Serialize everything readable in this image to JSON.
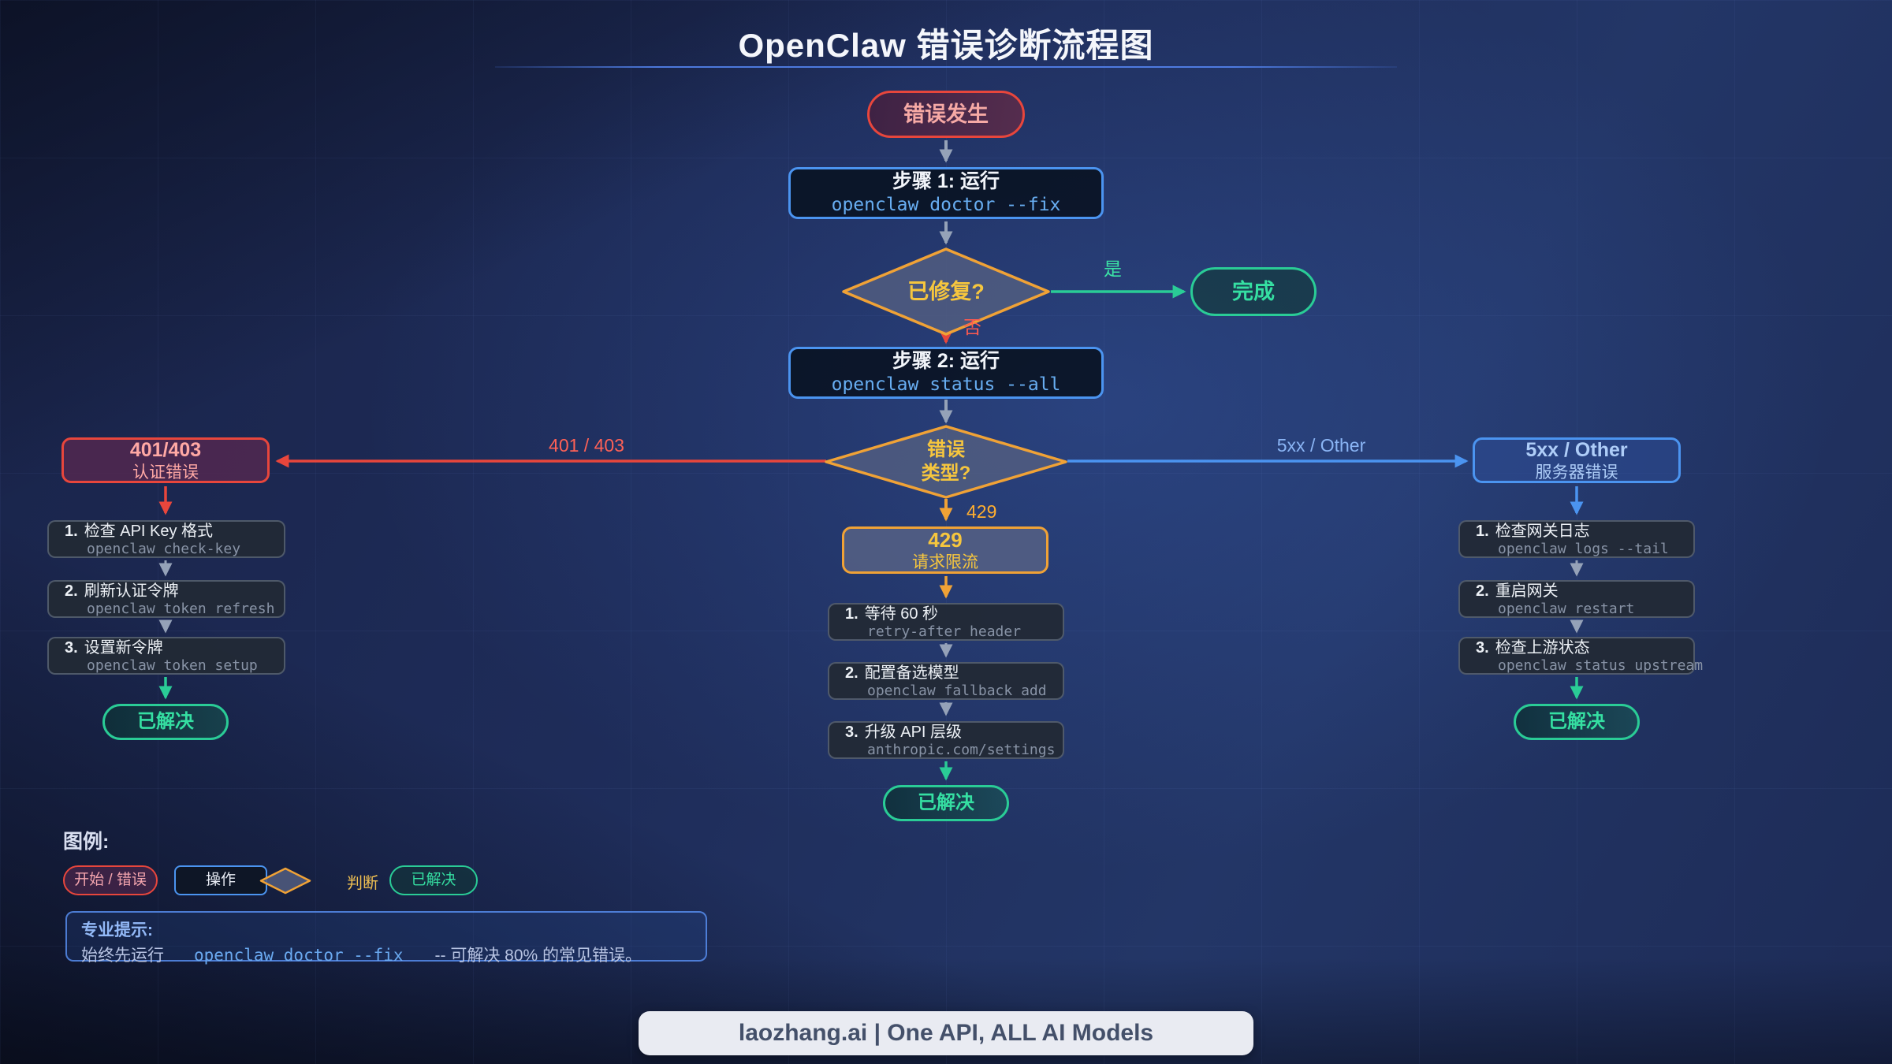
{
  "title": "OpenClaw 错误诊断流程图",
  "flow": {
    "start": {
      "label": "错误发生"
    },
    "step1": {
      "title": "步骤 1: 运行",
      "command": "openclaw doctor --fix"
    },
    "decision_fixed": {
      "label": "已修复?"
    },
    "done": {
      "label": "完成"
    },
    "step2": {
      "title": "步骤 2: 运行",
      "command": "openclaw status --all"
    },
    "decision_type": {
      "line1": "错误",
      "line2": "类型?"
    },
    "labels": {
      "yes": "是",
      "no": "否",
      "auth": "401 / 403",
      "rate": "429",
      "server": "5xx / Other"
    }
  },
  "branches": {
    "auth": {
      "title": "401/403",
      "subtitle": "认证错误",
      "steps": [
        {
          "num": "1.",
          "title": "检查 API Key 格式",
          "command": "openclaw check-key"
        },
        {
          "num": "2.",
          "title": "刷新认证令牌",
          "command": "openclaw token refresh"
        },
        {
          "num": "3.",
          "title": "设置新令牌",
          "command": "openclaw token setup"
        }
      ],
      "resolved": "已解决"
    },
    "rate": {
      "title": "429",
      "subtitle": "请求限流",
      "steps": [
        {
          "num": "1.",
          "title": "等待 60 秒",
          "command": "retry-after header"
        },
        {
          "num": "2.",
          "title": "配置备选模型",
          "command": "openclaw fallback add"
        },
        {
          "num": "3.",
          "title": "升级 API 层级",
          "command": "anthropic.com/settings"
        }
      ],
      "resolved": "已解决"
    },
    "server": {
      "title": "5xx / Other",
      "subtitle": "服务器错误",
      "steps": [
        {
          "num": "1.",
          "title": "检查网关日志",
          "command": "openclaw logs --tail"
        },
        {
          "num": "2.",
          "title": "重启网关",
          "command": "openclaw restart"
        },
        {
          "num": "3.",
          "title": "检查上游状态",
          "command": "openclaw status upstream"
        }
      ],
      "resolved": "已解决"
    }
  },
  "legend": {
    "heading": "图例:",
    "start": "开始 / 错误",
    "action": "操作",
    "decision": "判断",
    "resolved": "已解决"
  },
  "protip": {
    "heading": "专业提示:",
    "prefix": "始终先运行",
    "command": "openclaw doctor --fix",
    "suffix": "-- 可解决 80% 的常见错误。"
  },
  "footer": {
    "text": "laozhang.ai | One API, ALL AI Models"
  },
  "colors": {
    "background": "#1d2b56",
    "red": "#e8463c",
    "blue": "#4b94f0",
    "orange": "#f0a236",
    "green": "#2acc96",
    "yellow_text": "#f6c63e",
    "gray_arrow": "#95a2b8",
    "footer_bg": "#e9ebf2"
  }
}
